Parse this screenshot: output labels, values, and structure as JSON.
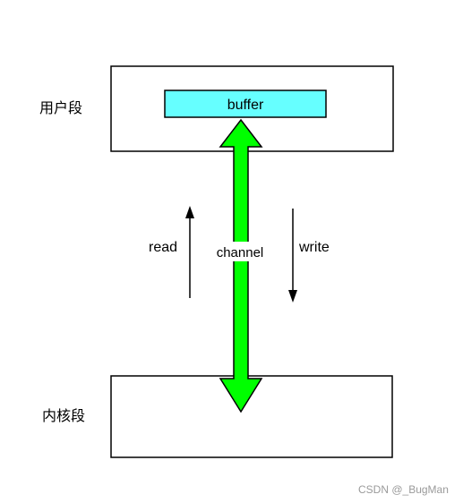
{
  "user_segment": {
    "label": "用户段"
  },
  "kernel_segment": {
    "label": "内核段"
  },
  "buffer": {
    "label": "buffer",
    "color": "#66ffff"
  },
  "channel": {
    "label": "channel",
    "color": "#00ff00"
  },
  "read": {
    "label": "read"
  },
  "write": {
    "label": "write"
  },
  "watermark": "CSDN @_BugMan"
}
